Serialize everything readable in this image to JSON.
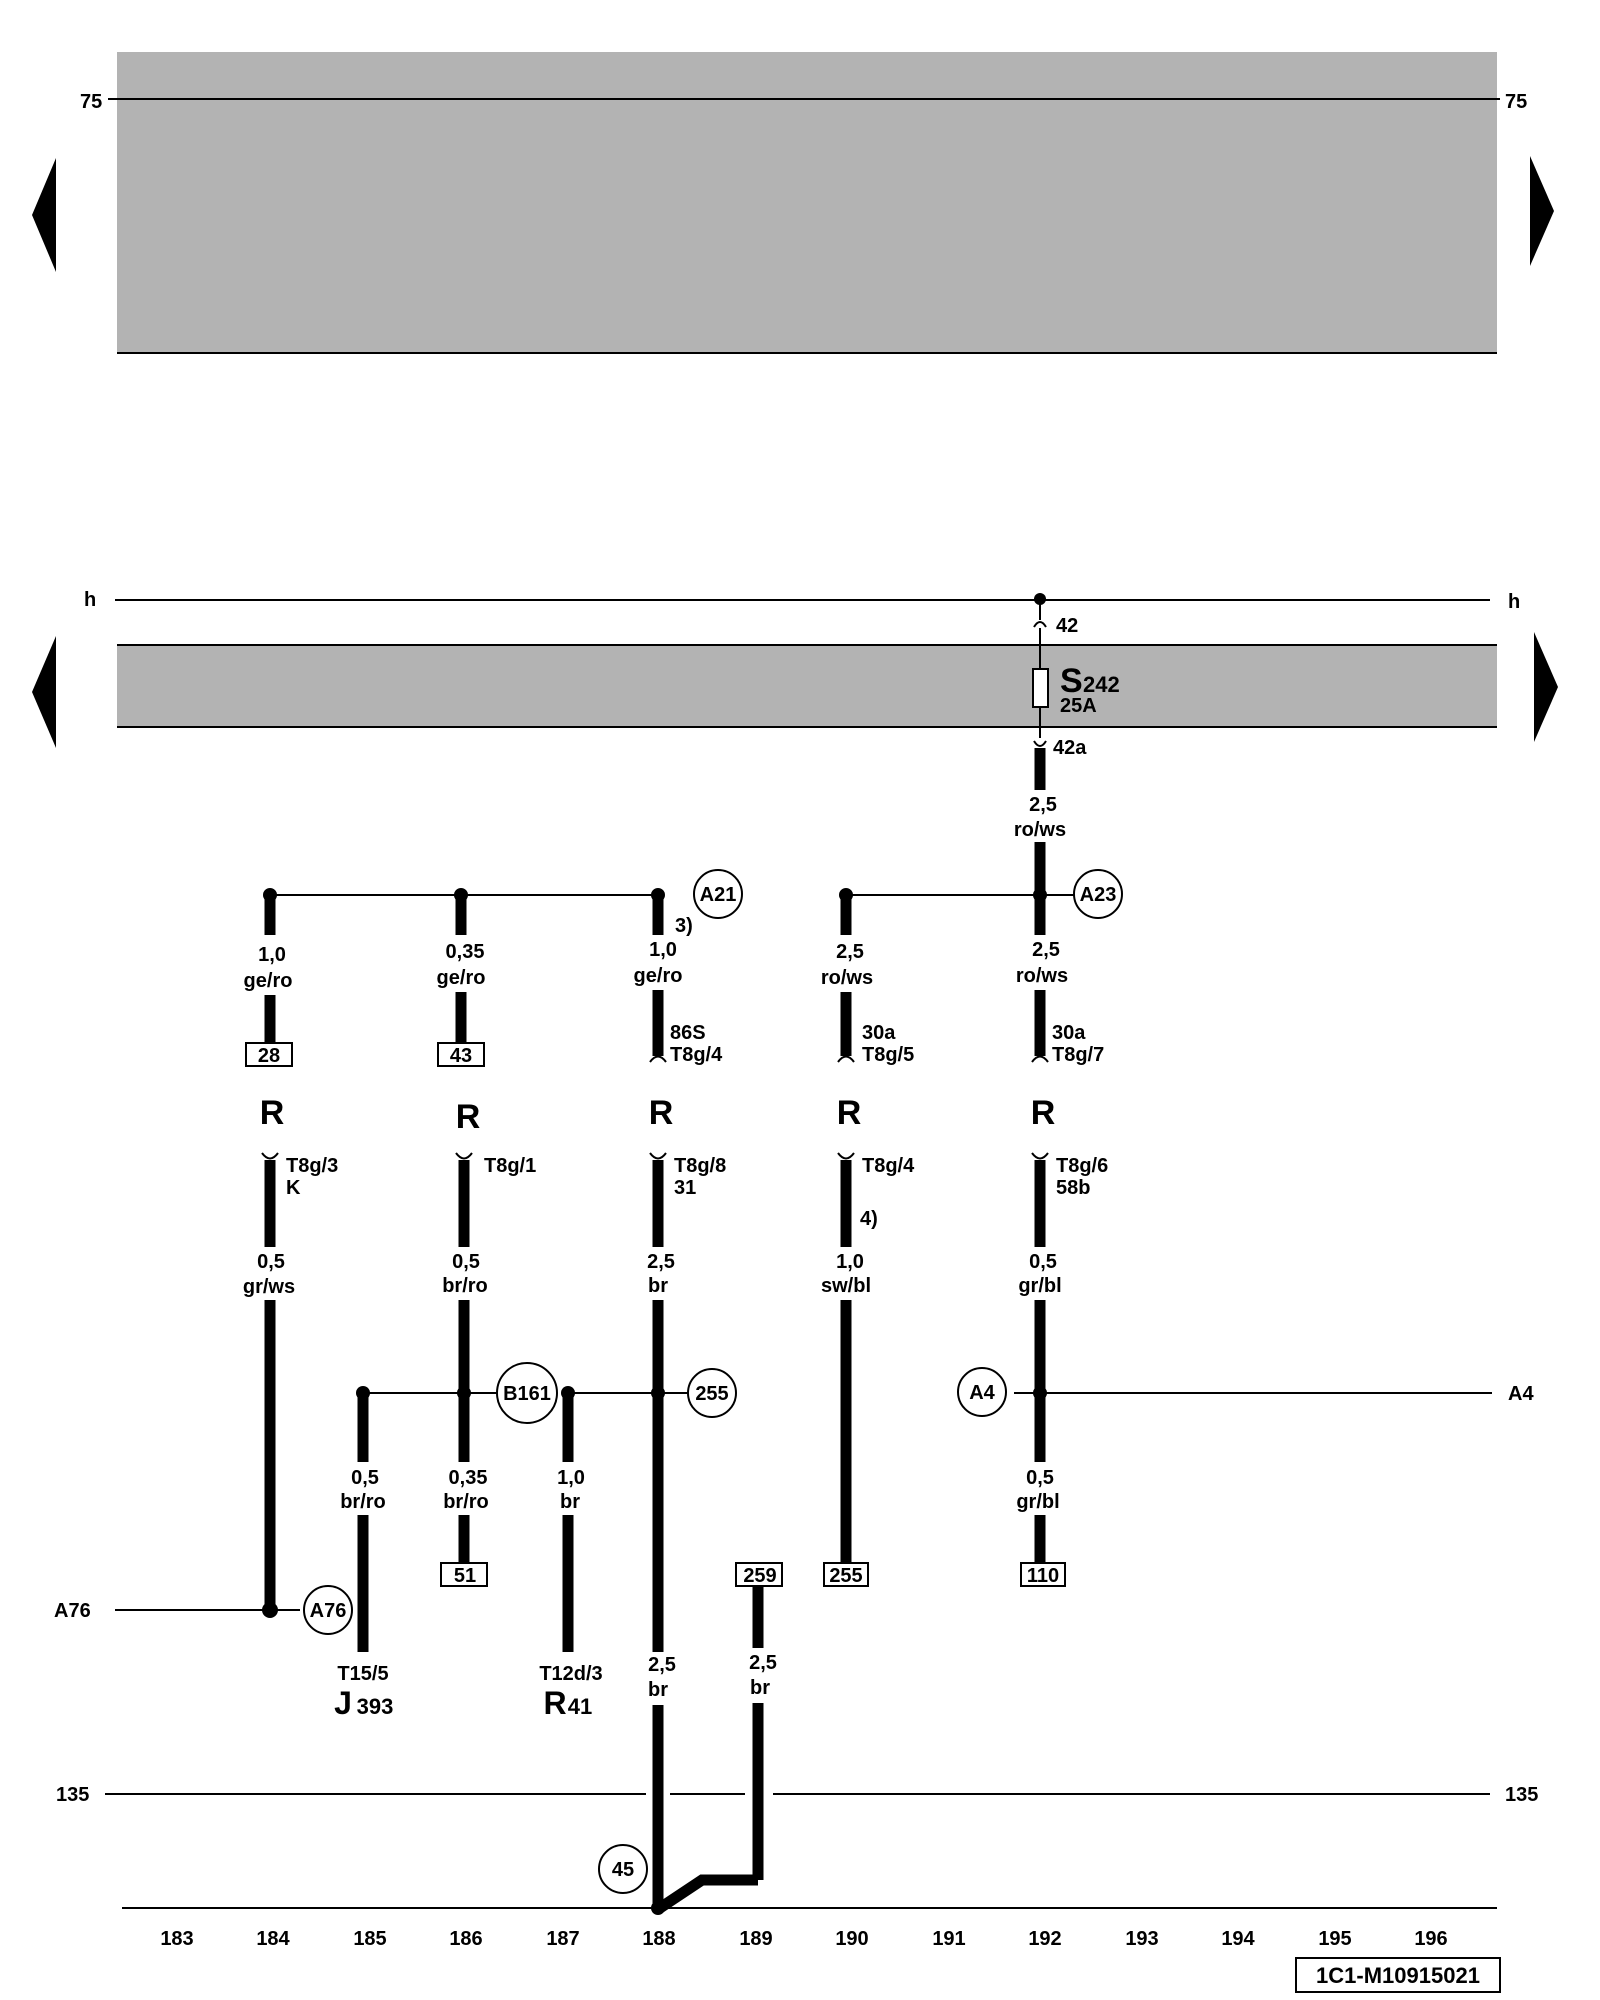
{
  "rails": {
    "rail_75": "75",
    "rail_h": "h",
    "rail_135": "135",
    "rail_a4": "A4",
    "rail_a76": "A76"
  },
  "fuse": {
    "name_letter": "S",
    "name_sub": "242",
    "rating": "25A",
    "pin_in": "42",
    "pin_out": "42a",
    "wire_size": "2,5",
    "wire_color": "ro/ws"
  },
  "connectors": [
    "A21",
    "A23",
    "B161",
    "255",
    "A4",
    "A76",
    "45"
  ],
  "columns": [
    {
      "id": "184",
      "top_size": "1,0",
      "top_color": "ge/ro",
      "top_ref": "28",
      "relay": "R",
      "bot_pin": "T8g/3",
      "bot_term": "K",
      "bot_size": "0,5",
      "bot_color": "gr/ws"
    },
    {
      "id": "186",
      "top_size": "0,35",
      "top_color": "ge/ro",
      "top_ref": "43",
      "relay": "R",
      "bot_pin": "T8g/1",
      "bot_term": "",
      "bot_size": "0,5",
      "bot_color": "br/ro"
    },
    {
      "id": "188",
      "note_top": "3)",
      "top_size": "1,0",
      "top_color": "ge/ro",
      "top_term": "86S",
      "top_pin": "T8g/4",
      "relay": "R",
      "bot_pin": "T8g/8",
      "bot_term": "31",
      "bot_size": "2,5",
      "bot_color": "br"
    },
    {
      "id": "190",
      "top_size": "2,5",
      "top_color": "ro/ws",
      "top_term": "30a",
      "top_pin": "T8g/5",
      "relay": "R",
      "bot_pin": "T8g/4",
      "note_bot": "4)",
      "bot_size": "1,0",
      "bot_color": "sw/bl"
    },
    {
      "id": "192",
      "top_size": "2,5",
      "top_color": "ro/ws",
      "top_term": "30a",
      "top_pin": "T8g/7",
      "relay": "R",
      "bot_pin": "T8g/6",
      "bot_term": "58b",
      "bot_size": "0,5",
      "bot_color": "gr/bl"
    }
  ],
  "lower": {
    "c185_size": "0,5",
    "c185_color": "br/ro",
    "c185_pin": "T15/5",
    "c185_comp_letter": "J",
    "c185_comp_sub": "393",
    "c186_size": "0,35",
    "c186_color": "br/ro",
    "c186_ref": "51",
    "c187_size": "1,0",
    "c187_color": "br",
    "c187_pin": "T12d/3",
    "c187_comp_letter": "R",
    "c187_comp_sub": "41",
    "c188_size": "2,5",
    "c188_color": "br",
    "c189_ref": "259",
    "c189_size": "2,5",
    "c189_color": "br",
    "c190_ref": "255",
    "c192_size": "0,5",
    "c192_color": "gr/bl",
    "c192_ref": "110"
  },
  "track_numbers": [
    "183",
    "184",
    "185",
    "186",
    "187",
    "188",
    "189",
    "190",
    "191",
    "192",
    "193",
    "194",
    "195",
    "196"
  ],
  "drawing_id": "1C1-M10915021"
}
